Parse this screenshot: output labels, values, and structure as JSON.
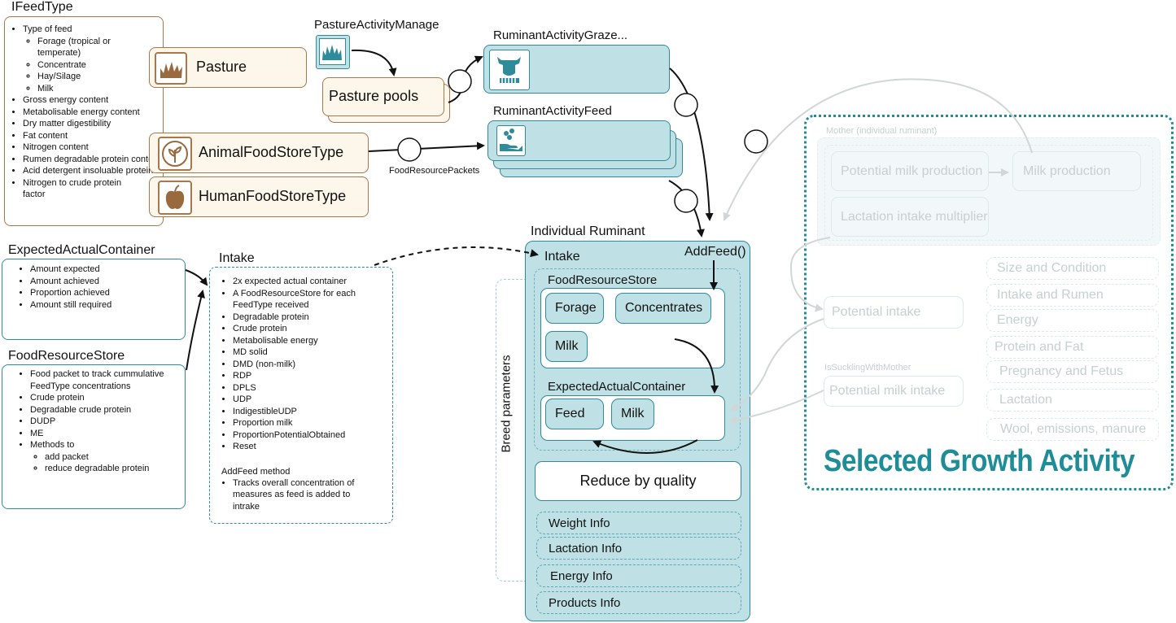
{
  "ifeedtype": {
    "title": "IFeedType",
    "items": [
      "Type of feed",
      "Gross energy content",
      "Metabolisable energy content",
      "Dry matter digestibility",
      "Fat content",
      "Nitrogen content",
      "Rumen degradable protein content",
      "Acid detergent insoluable protein",
      "Nitrogen to crude protein factor"
    ],
    "subitems": [
      "Forage (tropical or temperate)",
      "Concentrate",
      "Hay/Silage",
      "Milk"
    ]
  },
  "pasture_label": "Pasture",
  "animalfood_label": "AnimalFoodStoreType",
  "humanfood_label": "HumanFoodStoreType",
  "pasture_manage": "PastureActivityManage",
  "pasture_pools": "Pasture pools",
  "graze_title": "RuminantActivityGraze...",
  "feed_title": "RuminantActivityFeed",
  "food_packets": "FoodResourcePackets",
  "eac": {
    "title": "ExpectedActualContainer",
    "items": [
      "Amount expected",
      "Amount achieved",
      "Proportion achieved",
      "Amount still required"
    ]
  },
  "frs": {
    "title": "FoodResourceStore",
    "items": [
      "Food packet to track cummulative FeedType concentrations",
      "Crude protein",
      "Degradable crude protein",
      "DUDP",
      "ME",
      "Methods to"
    ],
    "subitems": [
      "add packet",
      "reduce degradable protein"
    ]
  },
  "intake": {
    "title": "Intake",
    "items": [
      "2x expected actual container",
      "A FoodResourceStore for each FeedType received",
      "Degradable protein",
      "Crude protein",
      "Metabolisable energy",
      "MD solid",
      "DMD (non-milk)",
      "RDP",
      "DPLS",
      "UDP",
      "IndigestibleUDP",
      "Proportion milk",
      "ProportionPotentialObtained",
      "Reset"
    ],
    "addfeed_title": "AddFeed method",
    "addfeed_items": [
      "Tracks overall concentration of measures as feed is added to intrake"
    ]
  },
  "ruminant": {
    "title": "Individual Ruminant",
    "intake": "Intake",
    "addfeed": "AddFeed()",
    "frs": "FoodResourceStore",
    "forage": "Forage",
    "concentrates": "Concentrates",
    "milk": "Milk",
    "eac": "ExpectedActualContainer",
    "feed": "Feed",
    "milk2": "Milk",
    "reduce": "Reduce by quality",
    "infos": [
      "Weight Info",
      "Lactation Info",
      "Energy Info",
      "Products Info"
    ]
  },
  "breed": "Breed parameters",
  "growth": {
    "mother": "Mother (individual ruminant)",
    "potential_milk": "Potential milk production",
    "milk_production": "Milk production",
    "lactation_mult": "Lactation intake multiplier",
    "potential_intake": "Potential intake",
    "suckling": "IsSucklingWithMother",
    "potential_milk_intake": "Potential milk intake",
    "sections": [
      "Size and Condition",
      "Intake and Rumen",
      "Energy",
      "Protein and Fat",
      "Pregnancy and Fetus",
      "Lactation",
      "Wool, emissions, manure"
    ],
    "title": "Selected Growth Activity"
  },
  "colors": {
    "teal": "#2f8a99",
    "teal_fill": "#bfe1e5",
    "brown": "#a8784d",
    "cream": "#fdf6ea",
    "growth_title": "#1e8d98"
  }
}
